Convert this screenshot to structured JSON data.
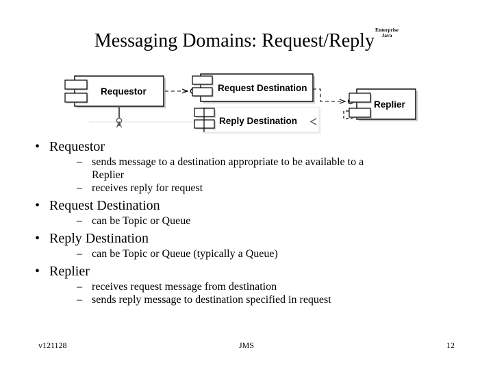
{
  "slide": {
    "title": {
      "main": "Messaging Domains: Request/Reply",
      "superscript_line1": "Enterprise",
      "superscript_line2": "Java"
    },
    "diagram": {
      "type": "uml-component-diagram",
      "components": [
        {
          "id": "requestor",
          "label": "Requestor"
        },
        {
          "id": "request-destination",
          "label": "Request Destination"
        },
        {
          "id": "reply-destination",
          "label": "Reply Destination"
        },
        {
          "id": "replier",
          "label": "Replier"
        }
      ],
      "connectors": [
        {
          "from": "requestor",
          "to": "request-destination",
          "style": "dashed-arrow"
        },
        {
          "from": "request-destination",
          "to": "replier",
          "style": "dashed-arrow"
        },
        {
          "from": "reply-destination",
          "to": "replier",
          "style": "dashed-arrow"
        },
        {
          "from": "requestor",
          "to": "reply-destination",
          "style": "solid-socket"
        }
      ],
      "colors": {
        "stroke": "#000000",
        "fill": "#ffffff",
        "shadow": "#808080",
        "faint": "#d9d9d9"
      }
    },
    "bullets": [
      {
        "label": "Requestor",
        "sub": [
          "sends message to a destination appropriate to be available to a",
          "Replier",
          "receives reply for request"
        ],
        "sub_wrapped": [
          true,
          false
        ]
      },
      {
        "label": "Request Destination",
        "sub": [
          "can be Topic or Queue"
        ]
      },
      {
        "label": "Reply Destination",
        "sub": [
          "can be Topic or Queue (typically a Queue)"
        ]
      },
      {
        "label": "Replier",
        "sub": [
          "receives request message from destination",
          "sends reply message to destination specified in request"
        ]
      }
    ],
    "marks": {
      "bullet": "•",
      "dash": "–"
    },
    "footer": {
      "version": "v121128",
      "topic": "JMS",
      "page_number": "12"
    }
  }
}
